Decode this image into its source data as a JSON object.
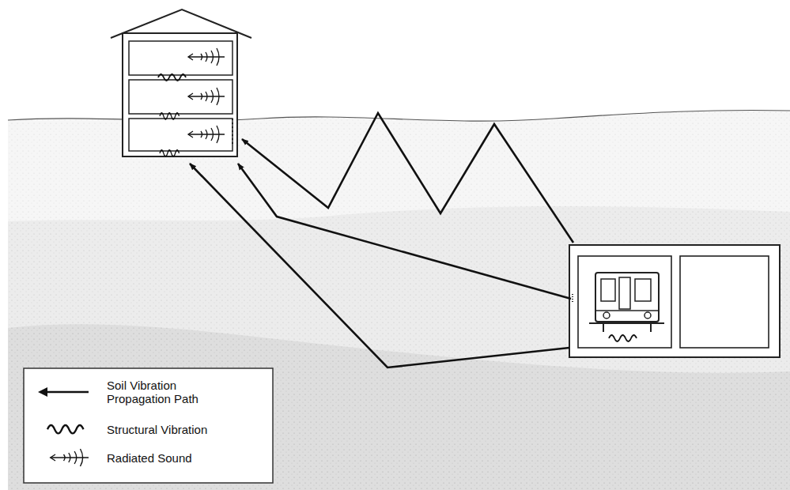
{
  "diagram": {
    "legend": [
      {
        "text": "Soil Vibration Propagation Path"
      },
      {
        "text": "Structural Vibration"
      },
      {
        "text": "Radiated Sound"
      }
    ]
  }
}
